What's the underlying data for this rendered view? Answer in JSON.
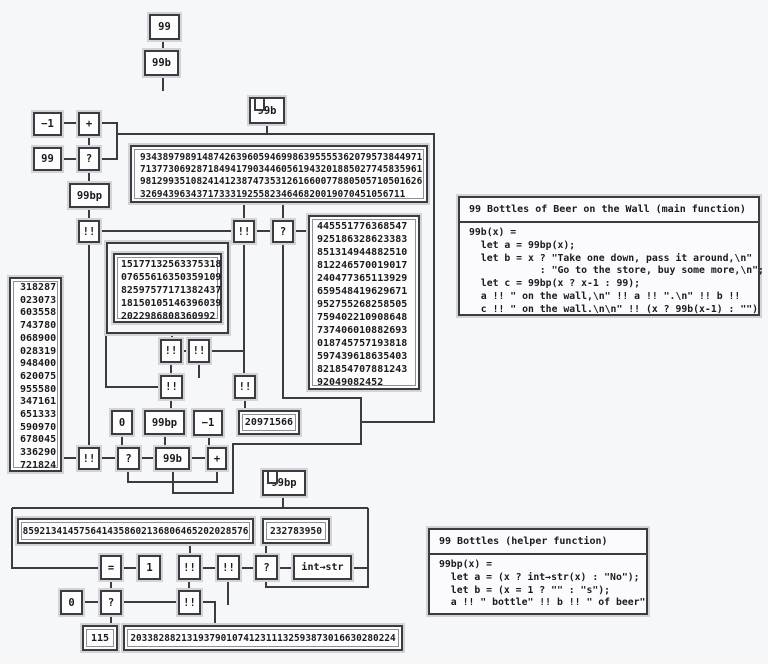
{
  "glyphs": {
    "concat": "!!",
    "cond": "?",
    "plus": "+",
    "minus_one": "−1",
    "zero": "0",
    "one": "1",
    "eq": "=",
    "int_to_str": "int→str"
  },
  "names": {
    "n99": "99",
    "n99b": "99b",
    "n99bp": "99bp",
    "n115": "115",
    "n20971566": "20971566",
    "n232783950": "232783950"
  },
  "numbers": {
    "big": [
      "93438979891487426396059469986395555362079573844971",
      "71377306928718494179034460561943201885027745835961",
      "98129935108241412387473531261660077880505710501626",
      "32694396343717333192558234646820019070451056711"
    ],
    "right_col": [
      "445551776368547",
      "925186328623383",
      "851314944882510",
      "812246570019017",
      "240477365113929",
      "659548419629671",
      "952755268258505",
      "759402210908648",
      "737406010882693",
      "018745757193818",
      "597439618635403",
      "821854707881243",
      "92049082452"
    ],
    "left_col": [
      "318287",
      "023073",
      "603558",
      "743780",
      "068900",
      "028319",
      "948400",
      "620075",
      "955580",
      "347161",
      "651333",
      "590970",
      "678045",
      "336290",
      "721824"
    ],
    "mid": [
      "15177132563375318",
      "07655616350359109",
      "82597577171382437",
      "18150105146396039",
      "2022986808360992"
    ],
    "long_a": "8592134145756414358602136806465202028576",
    "long_b": "20338288213193790107412311132593873016630280224"
  },
  "main_panel": {
    "title": "99 Bottles of Beer on the Wall (main function)",
    "code": [
      "99b(x) =",
      "  let a = 99bp(x);",
      "  let b = x ? \"Take one down, pass it around,\\n\"",
      "            : \"Go to the store, buy some more,\\n\";",
      "  let c = 99bp(x ? x-1 : 99);",
      "  a !! \" on the wall,\\n\" !! a !! \".\\n\" !! b !!",
      "  c !! \" on the wall.\\n\\n\" !! (x ? 99b(x-1) : \"\")"
    ]
  },
  "helper_panel": {
    "title": "99 Bottles (helper function)",
    "code": [
      "99bp(x) =",
      "  let a = (x ? int→str(x) : \"No\");",
      "  let b = (x = 1 ? \"\" : \"s\");",
      "  a !! \" bottle\" !! b !! \" of beer\""
    ]
  }
}
